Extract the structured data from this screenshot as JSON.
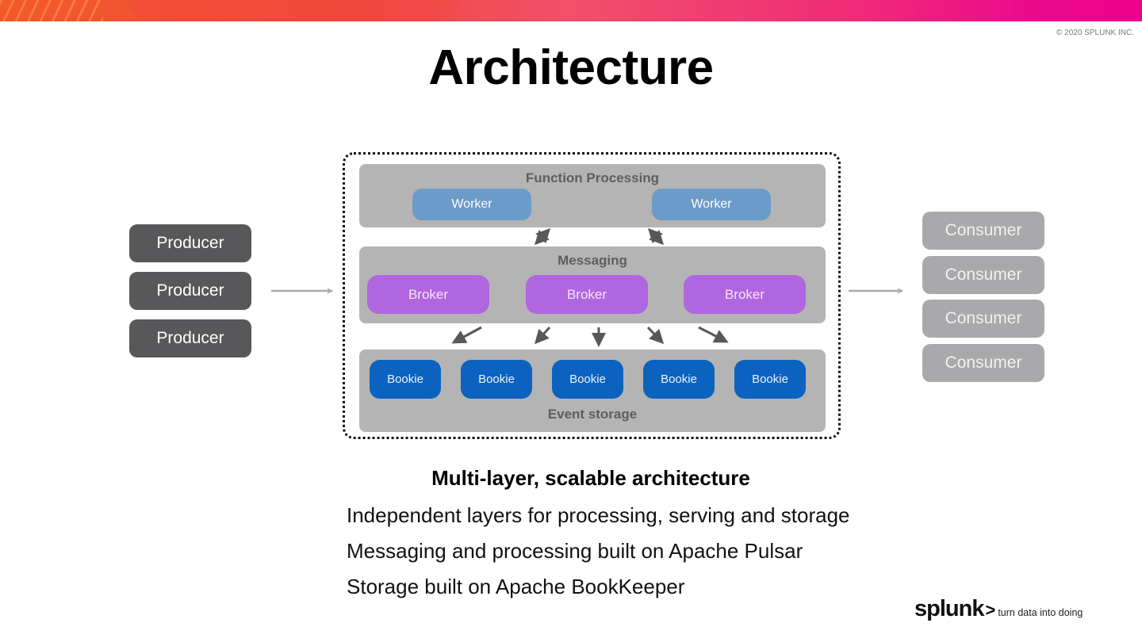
{
  "header": {
    "copyright": "© 2020 SPLUNK INC.",
    "title": "Architecture"
  },
  "diagram": {
    "producers": [
      "Producer",
      "Producer",
      "Producer"
    ],
    "consumers": [
      "Consumer",
      "Consumer",
      "Consumer",
      "Consumer"
    ],
    "function_processing": {
      "title": "Function Processing",
      "workers": [
        "Worker",
        "Worker"
      ]
    },
    "messaging": {
      "title": "Messaging",
      "brokers": [
        "Broker",
        "Broker",
        "Broker"
      ]
    },
    "event_storage": {
      "title": "Event storage",
      "bookies": [
        "Bookie",
        "Bookie",
        "Bookie",
        "Bookie",
        "Bookie"
      ]
    },
    "colors": {
      "producer": "#58585a",
      "consumer": "#a9a9ab",
      "layer": "#b4b4b4",
      "worker": "#6b9bc8",
      "broker": "#b066de",
      "bookie": "#0b63bf",
      "arrow": "#58585a",
      "flow_arrow": "#aaaaaa"
    }
  },
  "summary": {
    "heading": "Multi-layer, scalable architecture",
    "bullets": [
      "Independent layers for processing, serving and storage",
      "Messaging and processing built on Apache Pulsar",
      "Storage built on Apache BookKeeper"
    ]
  },
  "footer": {
    "logo_word": "splunk",
    "logo_chevron": ">",
    "tagline": "turn data into doing"
  }
}
